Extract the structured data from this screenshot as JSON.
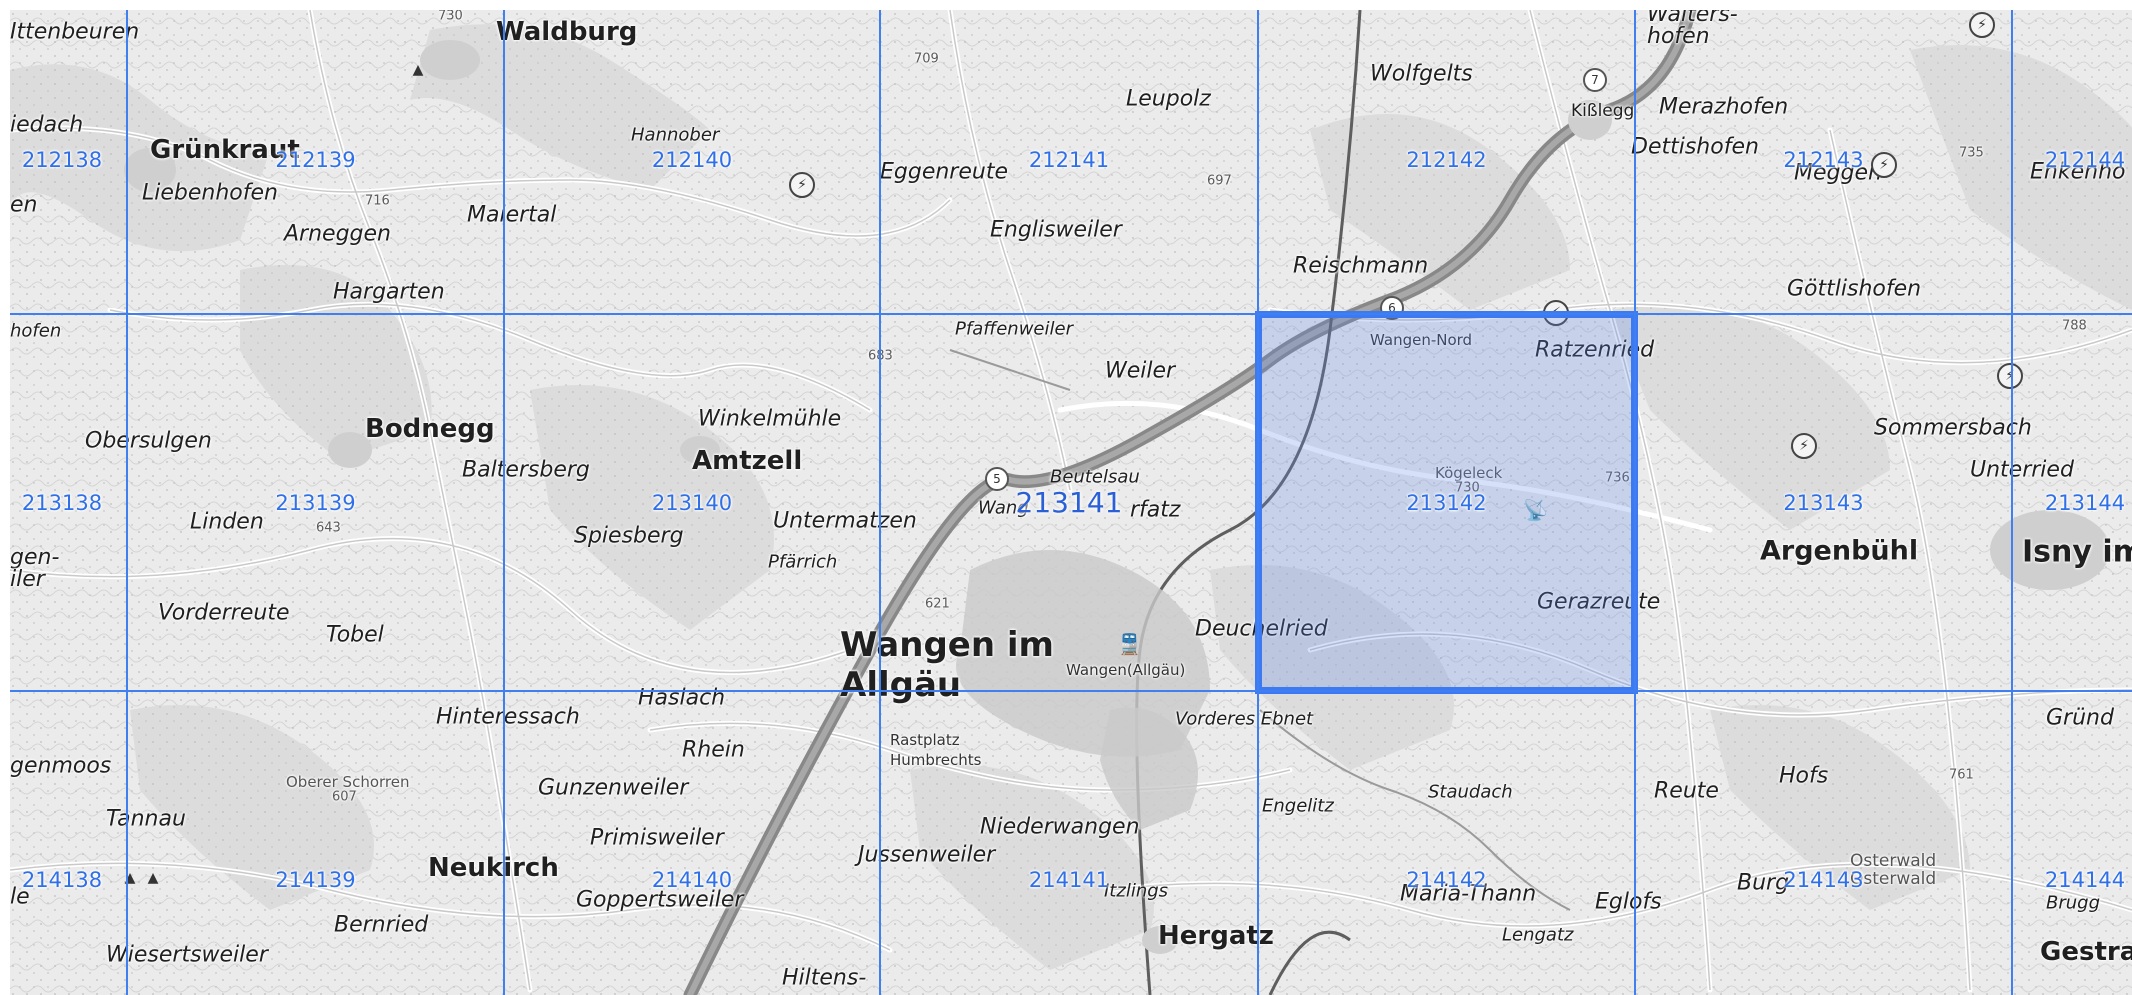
{
  "map": {
    "style": "grayscale topographic basemap with tile grid overlay",
    "grid_color": "#3f7ff0",
    "selected_fill": "#608de8",
    "selected_tile_id": "213141",
    "tiles": [
      {
        "id": "212138",
        "row": 0,
        "col": 0
      },
      {
        "id": "212139",
        "row": 0,
        "col": 1
      },
      {
        "id": "212140",
        "row": 0,
        "col": 2
      },
      {
        "id": "212141",
        "row": 0,
        "col": 3
      },
      {
        "id": "212142",
        "row": 0,
        "col": 4
      },
      {
        "id": "212143",
        "row": 0,
        "col": 5
      },
      {
        "id": "212144",
        "row": 0,
        "col": 6
      },
      {
        "id": "213138",
        "row": 1,
        "col": 0
      },
      {
        "id": "213139",
        "row": 1,
        "col": 1
      },
      {
        "id": "213140",
        "row": 1,
        "col": 2
      },
      {
        "id": "213141",
        "row": 1,
        "col": 3
      },
      {
        "id": "213142",
        "row": 1,
        "col": 4
      },
      {
        "id": "213143",
        "row": 1,
        "col": 5
      },
      {
        "id": "213144",
        "row": 1,
        "col": 6
      },
      {
        "id": "214138",
        "row": 2,
        "col": 0
      },
      {
        "id": "214139",
        "row": 2,
        "col": 1
      },
      {
        "id": "214140",
        "row": 2,
        "col": 2
      },
      {
        "id": "214141",
        "row": 2,
        "col": 3
      },
      {
        "id": "214142",
        "row": 2,
        "col": 4
      },
      {
        "id": "214143",
        "row": 2,
        "col": 5
      },
      {
        "id": "214144",
        "row": 2,
        "col": 6
      }
    ],
    "places": {
      "ittenbeuren": "Ittenbeuren",
      "waldburg": "Waldburg",
      "iedach": "iedach",
      "gruenkraut": "Grünkraut",
      "liebenhofen": "Liebenhofen",
      "en": "en",
      "arneggen": "Arneggen",
      "maiertal": "Maiertal",
      "hargarten": "Hargarten",
      "hannober": "Hannober",
      "eggenreute": "Eggenreute",
      "leupolz": "Leupolz",
      "englisweiler": "Englisweiler",
      "wolfgelts": "Wolfgelts",
      "walters_hofen": "Walters-\nhofen",
      "kisslegg": "Kißlegg",
      "merazhofen": "Merazhofen",
      "dettishofen": "Dettishofen",
      "meggen": "Meggen",
      "enkenho": "Enkenho",
      "reischmann": "Reischmann",
      "goettlishofen": "Göttlishofen",
      "hofen": "hofen",
      "bodnegg": "Bodnegg",
      "obersulgen": "Obersulgen",
      "baltersberg": "Baltersberg",
      "winkelmuehle": "Winkelmühle",
      "amtzell": "Amtzell",
      "pfaffenweiler": "Pfaffenweiler",
      "weiler": "Weiler",
      "beutelsau": "Beutelsau",
      "wang": "Wang",
      "rfatz": "rfatz",
      "wangen_nord": "Wangen-Nord",
      "ratzenried": "Ratzenried",
      "sommersbach": "Sommersbach",
      "unterried": "Unterried",
      "koegeleck": "Kögeleck",
      "linden": "Linden",
      "spiesberg": "Spiesberg",
      "untermatzen": "Untermatzen",
      "pfaerrich": "Pfärrich",
      "argenbuehl": "Argenbühl",
      "isny": "Isny im",
      "gen_iler": "gen-\niler",
      "vorderreute": "Vorderreute",
      "tobel": "Tobel",
      "gerazreute": "Gerazreute",
      "deuchelried": "Deuchelried",
      "wangen_allgaeu": "Wangen im\nAllgäu",
      "wangen_station": "Wangen(Allgäu)",
      "hinteressach": "Hinteressach",
      "haslach": "Haslach",
      "rhein": "Rhein",
      "rastplatz": "Rastplatz\nHumbrechts",
      "vorderes_ebnet": "Vorderes Ebnet",
      "gruend": "Gründ",
      "genmoos": "genmoos",
      "oberer_schorren": "Oberer Schorren",
      "gunzenweiler": "Gunzenweiler",
      "staudach": "Staudach",
      "reute": "Reute",
      "hofs": "Hofs",
      "tannau": "Tannau",
      "primisweiler": "Primisweiler",
      "niederwangen": "Niederwangen",
      "engelitz": "Engelitz",
      "osterwald": "Osterwald\nOsterwald",
      "neukirch": "Neukirch",
      "jussenweiler": "Jussenweiler",
      "maria_thann": "Maria-Thann",
      "eglofs": "Eglofs",
      "burg": "Burg",
      "le": "le",
      "goppertsweiler": "Goppertsweiler",
      "itzlings": "Itzlings",
      "brugg": "Brugg",
      "bernried": "Bernried",
      "hergatz": "Hergatz",
      "lengatz": "Lengatz",
      "wiesertsweiler": "Wiesertsweiler",
      "hiltens": "Hiltens-",
      "gestra": "Gestra"
    },
    "elevations": {
      "e730": "730",
      "e709": "709",
      "e716": "716",
      "e697": "697",
      "e735": "735",
      "e788": "788",
      "e643": "643",
      "e683": "683",
      "e621": "621",
      "e730b": "730",
      "e736": "736",
      "e607": "607",
      "e761": "761"
    },
    "road_shields": {
      "s7": "7",
      "s6": "6",
      "s5": "5"
    },
    "icons": [
      {
        "name": "wind-turbine-icon"
      },
      {
        "name": "train-station-icon"
      },
      {
        "name": "chapel-icon"
      },
      {
        "name": "transmitter-icon"
      },
      {
        "name": "peak-icon"
      }
    ]
  }
}
